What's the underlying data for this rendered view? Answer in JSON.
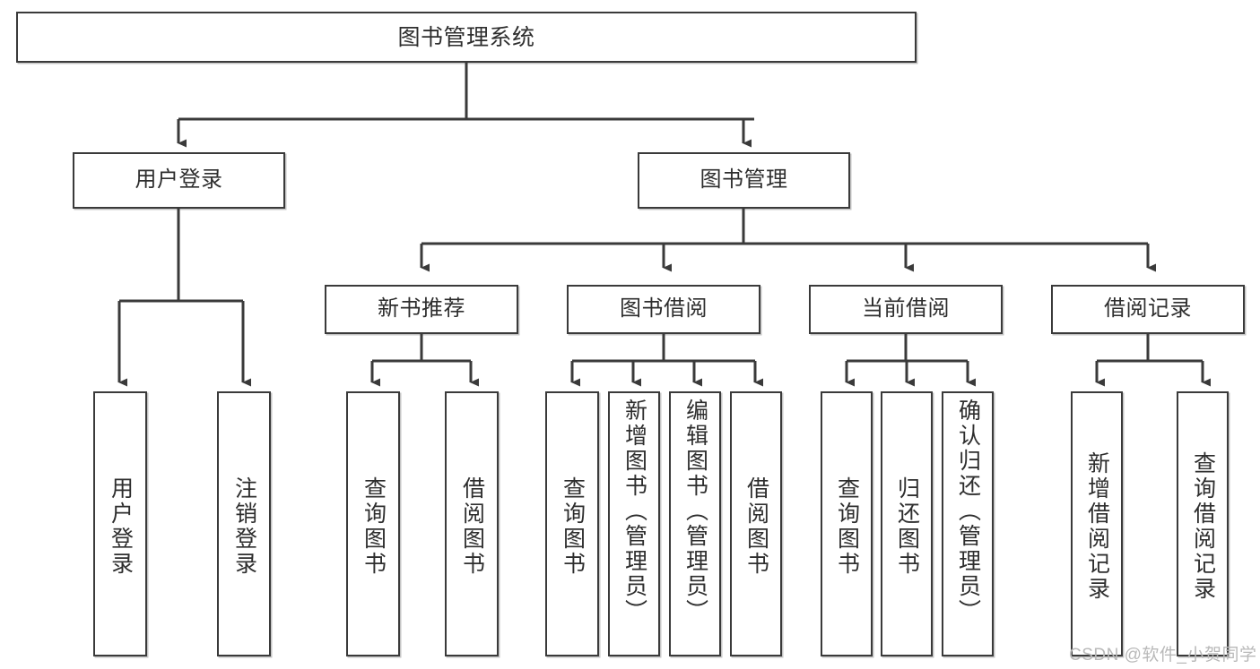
{
  "diagram": {
    "title": "图书管理系统",
    "type": "tree-hierarchy",
    "watermark": "CSDN @软件_小贺同学",
    "colors": {
      "box_border": "#3a3a3a",
      "box_fill": "#ffffff",
      "edge": "#3a3a3a",
      "text": "#2e2e2e",
      "watermark": "#b9b9b9",
      "background": "#ffffff"
    },
    "root": {
      "label": "图书管理系统"
    },
    "level2": [
      {
        "id": "user-login",
        "label": "用户登录"
      },
      {
        "id": "book-management",
        "label": "图书管理"
      }
    ],
    "level3": [
      {
        "id": "new-book-recommend",
        "label": "新书推荐",
        "parent": "book-management"
      },
      {
        "id": "book-borrow",
        "label": "图书借阅",
        "parent": "book-management"
      },
      {
        "id": "current-borrow",
        "label": "当前借阅",
        "parent": "book-management"
      },
      {
        "id": "borrow-record",
        "label": "借阅记录",
        "parent": "book-management"
      }
    ],
    "leaves": {
      "user_login": [
        {
          "id": "leaf-user-login",
          "label": "用户登录"
        },
        {
          "id": "leaf-logout-login",
          "label": "注销登录"
        }
      ],
      "new_book_recommend": [
        {
          "id": "leaf-query-book-1",
          "label": "查询图书"
        },
        {
          "id": "leaf-borrow-book-1",
          "label": "借阅图书"
        }
      ],
      "book_borrow": [
        {
          "id": "leaf-query-book-2",
          "label": "查询图书"
        },
        {
          "id": "leaf-add-book",
          "label": "新增图书（管理员）"
        },
        {
          "id": "leaf-edit-book",
          "label": "编辑图书（管理员）"
        },
        {
          "id": "leaf-borrow-book-2",
          "label": "借阅图书"
        }
      ],
      "current_borrow": [
        {
          "id": "leaf-query-book-3",
          "label": "查询图书"
        },
        {
          "id": "leaf-return-book",
          "label": "归还图书"
        },
        {
          "id": "leaf-confirm-return",
          "label": "确认归还（管理员）"
        }
      ],
      "borrow_record": [
        {
          "id": "leaf-add-record",
          "label": "新增借阅记录"
        },
        {
          "id": "leaf-query-record",
          "label": "查询借阅记录"
        }
      ]
    }
  }
}
